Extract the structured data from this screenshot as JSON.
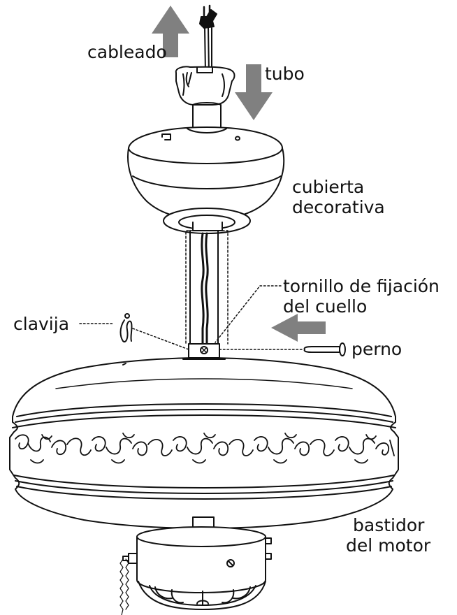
{
  "diagram": {
    "colors": {
      "ink": "#111111",
      "arrow": "#808080",
      "paper": "#ffffff"
    },
    "labels": {
      "cableado": "cableado",
      "tubo": "tubo",
      "cubierta_line1": "cubierta",
      "cubierta_line2": "decorativa",
      "tornillo_line1": "tornillo de fijación",
      "tornillo_line2": "del cuello",
      "clavija": "clavija",
      "perno": "perno",
      "bastidor_line1": "bastidor",
      "bastidor_line2": "del motor"
    },
    "parts": [
      "wiring",
      "downrod",
      "decorative-canopy",
      "collar-set-screw",
      "hairpin-clip",
      "clevis-pin",
      "fan-bowl",
      "motor-housing",
      "pull-chain"
    ],
    "arrows": [
      "up-arrow",
      "down-arrow",
      "left-arrow"
    ]
  }
}
